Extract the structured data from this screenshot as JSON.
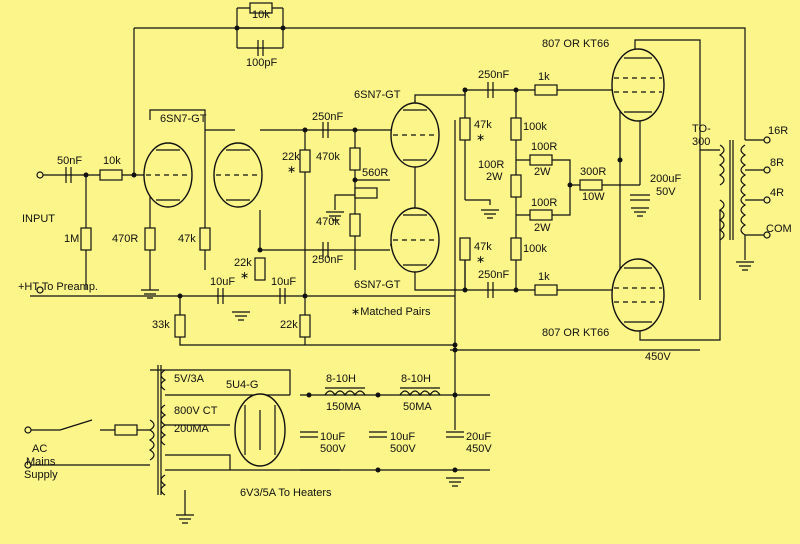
{
  "labels": {
    "r_fb": "10k",
    "c_fb": "100pF",
    "c_in": "50nF",
    "r_in": "10k",
    "input": "INPUT",
    "r_1m": "1M",
    "r_470r": "470R",
    "r_47k_a": "47k",
    "tube_v1": "6SN7-GT",
    "c_250_a": "250nF",
    "r_22k_a": "22k",
    "r_470k_a": "470k",
    "r_560r": "560R",
    "r_470k_b": "470k",
    "c_250_b": "250nF",
    "r_22k_b": "22k",
    "c_10u_a": "10uF",
    "c_10u_b": "10uF",
    "r_33k": "33k",
    "r_22k_c": "22k",
    "ht_preamp": "+HT To Preamp.",
    "tube_v2_top": "6SN7-GT",
    "tube_v2_bot": "6SN7-GT",
    "matched": "∗Matched Pairs",
    "c_250_c": "250nF",
    "c_250_d": "250nF",
    "r_47k_b": "47k",
    "r_47k_c": "47k",
    "r_100k_a": "100k",
    "r_100k_b": "100k",
    "r_100r_pot": "100R",
    "r_100r_pot2": "2W",
    "r_100r_a": "100R",
    "r_100r_a2": "2W",
    "r_100r_b": "100R",
    "r_100r_b2": "2W",
    "r_300r": "300R",
    "r_300r_w": "10W",
    "c_200u": "200uF",
    "c_200u_v": "50V",
    "r_1k_a": "1k",
    "r_1k_b": "1k",
    "tube_out_top": "807  OR  KT66",
    "tube_out_bot": "807  OR  KT66",
    "tx_out_a": "TO-",
    "tx_out_b": "300",
    "out_16r": "16R",
    "out_8r": "8R",
    "out_4r": "4R",
    "out_com": "COM",
    "v_450": "450V",
    "psu_5v": "5V/3A",
    "rect": "5U4-G",
    "psu_800": "800V CT",
    "psu_200": "200MA",
    "choke_a": "8-10H",
    "choke_a_i": "150MA",
    "choke_b": "8-10H",
    "choke_b_i": "50MA",
    "c_psu_a": "10uF",
    "c_psu_a_v": "500V",
    "c_psu_b": "10uF",
    "c_psu_b_v": "500V",
    "c_psu_c": "20uF",
    "c_psu_c_v": "450V",
    "ac_a": "AC",
    "ac_b": "Mains",
    "ac_c": "Supply",
    "heaters": "6V3/5A To Heaters",
    "star": "∗"
  }
}
